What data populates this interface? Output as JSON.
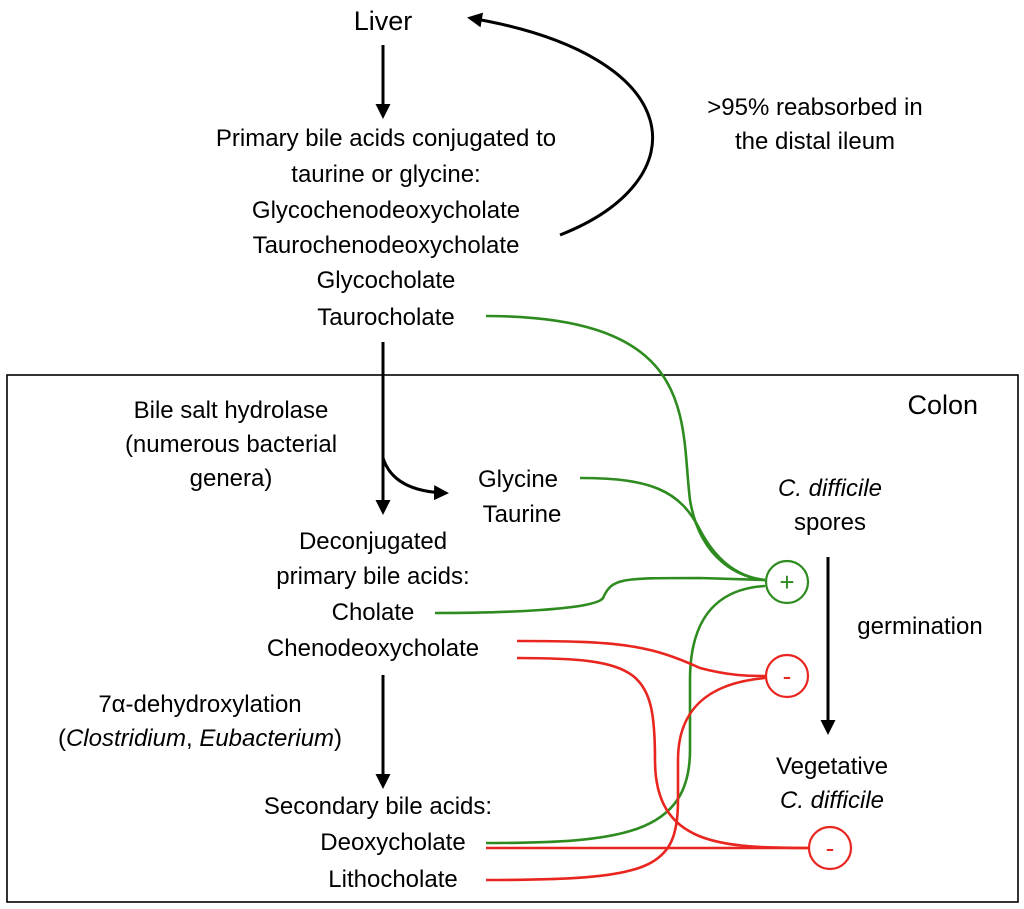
{
  "liver": {
    "label": "Liver"
  },
  "reabsorption": {
    "line1": ">95% reabsorbed in",
    "line2": "the distal ileum"
  },
  "primary": {
    "heading1": "Primary bile acids conjugated to",
    "heading2": "taurine or glycine:",
    "items": [
      "Glycochenodeoxycholate",
      "Taurochenodeoxycholate",
      "Glycocholate",
      "Taurocholate"
    ]
  },
  "colon": {
    "label": "Colon"
  },
  "hydrolase": {
    "line1": "Bile salt hydrolase",
    "line2": "(numerous bacterial",
    "line3": "genera)"
  },
  "released": {
    "glycine": "Glycine",
    "taurine": "Taurine"
  },
  "deconjugated": {
    "heading1": "Deconjugated",
    "heading2": "primary bile acids:",
    "items": [
      "Cholate",
      "Chenodeoxycholate"
    ]
  },
  "dehydroxylation": {
    "line1": "7α-dehydroxylation",
    "open_paren": "(",
    "genus1": "Clostridium",
    "comma": ", ",
    "genus2": "Eubacterium",
    "close_paren": ")"
  },
  "secondary": {
    "heading": "Secondary bile acids:",
    "items": [
      "Deoxycholate",
      "Lithocholate"
    ]
  },
  "cdiff": {
    "spores_italic": "C. difficile",
    "spores_word": "spores",
    "germination": "germination",
    "vegetative_word": "Vegetative",
    "vegetative_italic": "C. difficile"
  },
  "signs": {
    "plus": "+",
    "minus_top": "-",
    "minus_bottom": "-"
  },
  "colors": {
    "stimulate": "#2e8b1f",
    "inhibit": "#e8261f",
    "arrow": "#000000"
  }
}
